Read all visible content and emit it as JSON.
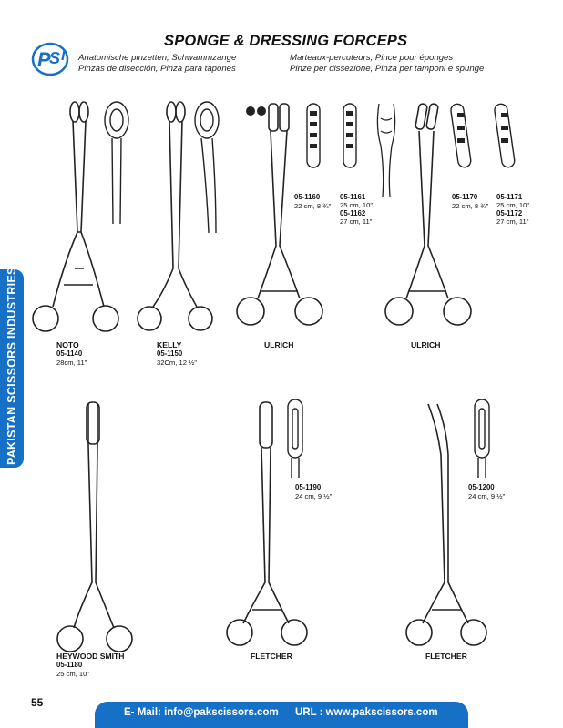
{
  "header": {
    "logo_text": "PSI",
    "title": "SPONGE & DRESSING FORCEPS",
    "subtitles": {
      "left_1": "Anatomische pinzetten, Schwammzange",
      "left_2": "Pinzas de disección, Pinza para tapones",
      "right_1": "Marteaux-percuteurs, Pince pour éponges",
      "right_2": "Pinze per dissezione, Pinza per tamponi e spunge"
    }
  },
  "sidebar": {
    "text": "PAKISTAN SCISSORS INDUSTRIES"
  },
  "instruments": {
    "noto": {
      "name": "NOTO",
      "code": "05-1140",
      "size": "28cm, 11\""
    },
    "kelly": {
      "name": "KELLY",
      "code": "05-1150",
      "size": "32Cm, 12 ½\""
    },
    "ulrich_1": {
      "name": "ULRICH"
    },
    "ulrich_2": {
      "name": "ULRICH"
    },
    "heywood": {
      "name": "HEYWOOD SMITH",
      "code": "05-1180",
      "size": "25 cm, 10\""
    },
    "fletcher_1": {
      "name": "FLETCHER"
    },
    "fletcher_2": {
      "name": "FLETCHER"
    }
  },
  "variants": {
    "v1160": {
      "code": "05-1160",
      "size": "22 cm, 8 ¾\""
    },
    "v1161": {
      "code": "05-1161",
      "size": "25 cm, 10\""
    },
    "v1162": {
      "code": "05-1162",
      "size": "27 cm, 11\""
    },
    "v1170": {
      "code": "05-1170",
      "size": "22 cm, 8 ¾\""
    },
    "v1171": {
      "code": "05-1171",
      "size": "25 cm, 10\""
    },
    "v1172": {
      "code": "05-1172",
      "size": "27 cm, 11\""
    },
    "v1190": {
      "code": "05-1190",
      "size": "24 cm, 9 ½\""
    },
    "v1200": {
      "code": "05-1200",
      "size": "24 cm, 9 ½\""
    }
  },
  "footer": {
    "page_number": "55",
    "email": "E- Mail: info@pakscissors.com",
    "url": "URL  :  www.pakscissors.com"
  },
  "colors": {
    "brand_blue": "#1671c6"
  }
}
